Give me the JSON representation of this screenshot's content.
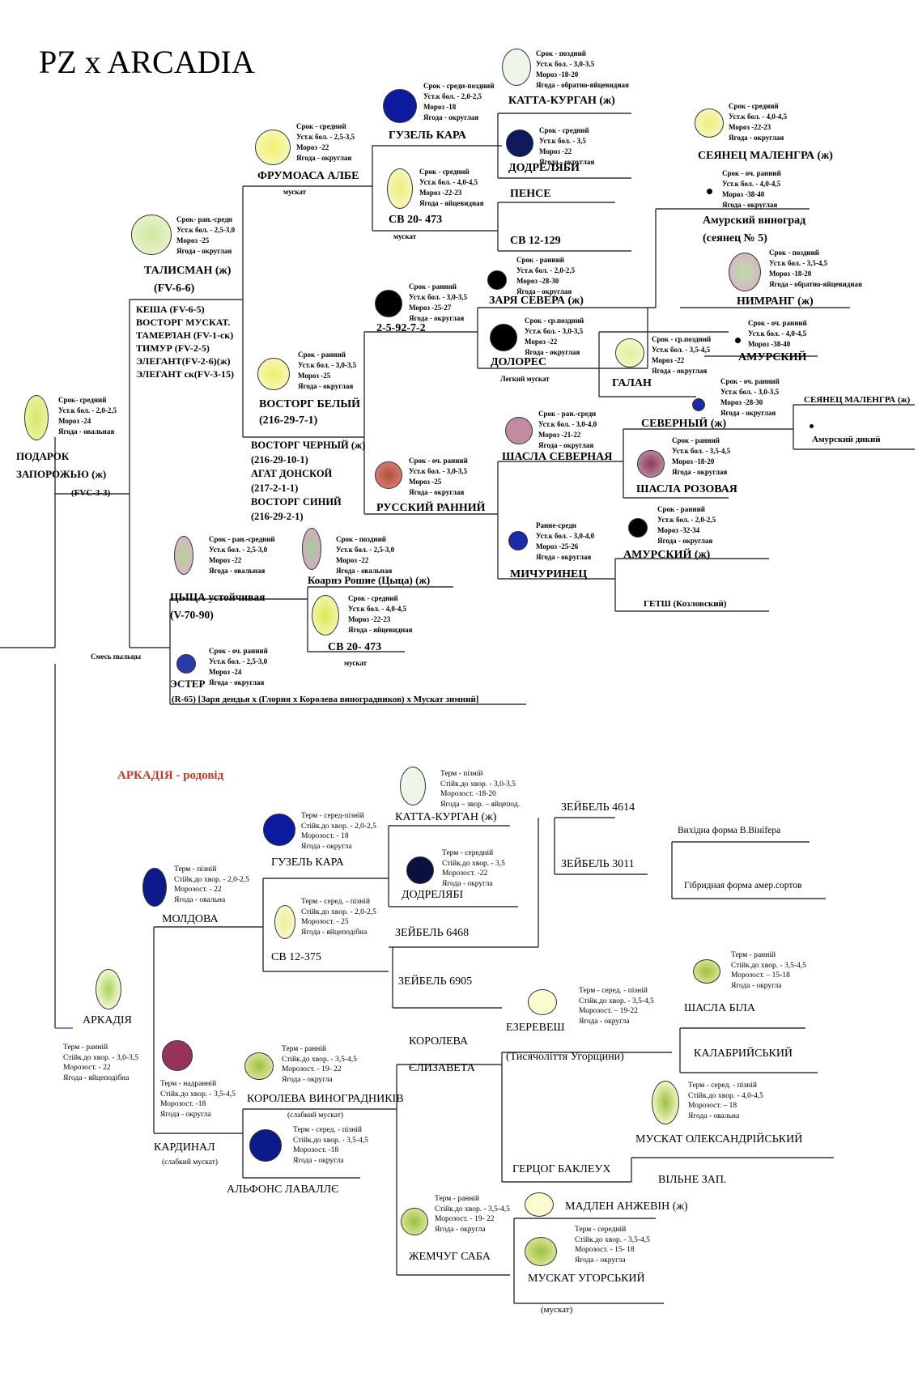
{
  "header": {
    "title": "PZ x ARCADIA"
  },
  "section2": {
    "title": "АРКАДІЯ - родовід"
  },
  "nodes": [
    {
      "id": "podarok",
      "lines": [
        "ПОДАРОК",
        "ЗАПОРОЖЬЮ (ж)"
      ],
      "code": "(FVC-3-3)",
      "color": "#e7ee9a",
      "center": "#d8e86a",
      "stats": [
        "Срок- средний",
        "Уст.к бол. - 2,0-2,5",
        "Мороз -24",
        "Ягода - овальная"
      ]
    },
    {
      "id": "talisman",
      "lines": [
        "ТАЛИСМАН (ж)",
        "(FV-6-6)"
      ],
      "color": "#e9f3c0",
      "center": "#d0e8a0",
      "stats": [
        "Срок- ран.-средн",
        "Уст.к бол. - 2,5-3,0",
        "Мороз -25",
        "Ягода - округлая"
      ]
    },
    {
      "id": "frumoasa",
      "lines": [
        "ФРУМОАСА АЛБЕ"
      ],
      "sub": "мускат",
      "color": "#f3f39a",
      "center": "#f0f070",
      "stats": [
        "Срок - средний",
        "Уст.к бол. - 2,5-3,5",
        "Мороз -22",
        "Ягода - округлая"
      ]
    },
    {
      "id": "guzel",
      "lines": [
        "ГУЗЕЛЬ КАРА"
      ],
      "color": "#0c1a9e",
      "center": "#0a1490",
      "stats": [
        "Срок - средн-поздний",
        "Уст.к бол. - 2,0-2,5",
        "Мороз -18",
        "Ягода - округлая"
      ]
    },
    {
      "id": "katta",
      "lines": [
        "КАТТА-КУРГАН (ж)"
      ],
      "color": "#eef6ea",
      "center": "#e4f0e0",
      "stats": [
        "Срок - поздний",
        "Уст.к бол. - 3,0-3,5",
        "Мороз -18-20",
        "Ягода - обратно-яйцевидная"
      ]
    },
    {
      "id": "doderlyabi",
      "lines": [
        "ДОДРЕЛЯБИ"
      ],
      "color": "#0f1a5c",
      "center": "#0a1040",
      "stats": [
        "Срок - средний",
        "Уст.к бол. - 3,5",
        "Мороз -22",
        "Ягода - округлая"
      ]
    },
    {
      "id": "sv20",
      "lines": [
        "СВ 20- 473"
      ],
      "sub": "мускат",
      "color": "#f5f5a8",
      "center": "#eeee80",
      "stats": [
        "Срок - средний",
        "Уст.к бол. - 4,0-4,5",
        "Мороз -22-23",
        "Ягода - яйцевидная"
      ]
    },
    {
      "id": "pense",
      "lines": [
        "ПЕНСЕ"
      ]
    },
    {
      "id": "sv12129",
      "lines": [
        "СВ 12-129"
      ]
    },
    {
      "id": "seyanec1",
      "lines": [
        "СЕЯНЕЦ МАЛЕНГРА (ж)"
      ],
      "color": "#f4f4a0",
      "center": "#eeee80",
      "stats": [
        "Срок - средний",
        "Уст.к бол. - 4,0-4,5",
        "Мороз -22-23",
        "Ягода - округлая"
      ]
    },
    {
      "id": "amursk1",
      "lines": [
        "Амурский виноград",
        "(сеянец № 5)"
      ],
      "color": "#000000",
      "stats": [
        "Срок - оч. ранний",
        "Уст.к бол. - 4,0-4,5",
        "Мороз -38-40",
        "Ягода - округлая"
      ]
    },
    {
      "id": "nimrang",
      "lines": [
        "НИМРАНГ (ж)"
      ],
      "color": "#d7b7c6",
      "center": "#b8e0a0",
      "stats": [
        "Срок - поздний",
        "Уст.к бол. - 3,5-4,5",
        "Мороз -18-20",
        "Ягода - обратно-яйцевидная"
      ]
    },
    {
      "id": "zarya",
      "lines": [
        "ЗАРЯ СЕВЕРА (ж)"
      ],
      "color": "#000000",
      "stats": [
        "Срок - ранний",
        "Уст.к бол. - 2,0-2,5",
        "Мороз -28-30",
        "Ягода - округлая"
      ]
    },
    {
      "id": "c2592",
      "lines": [
        "2-5-92-7-2"
      ],
      "color": "#000000",
      "stats": [
        "Срок - ранний",
        "Уст.к бол. - 3,0-3,5",
        "Мороз -25-27",
        "Ягода - округлая"
      ]
    },
    {
      "id": "dolores",
      "lines": [
        "ДОЛОРЕС"
      ],
      "sub": "Легкий мускат",
      "color": "#000000",
      "stats": [
        "Срок - ср.поздний",
        "Уст.к бол. - 3,0-3,5",
        "Мороз -22",
        "Ягода - округлая"
      ]
    },
    {
      "id": "amurskiy2",
      "lines": [
        "АМУРСКИЙ"
      ],
      "color": "#000000",
      "stats": [
        "Срок - оч. ранний",
        "Уст.к бол. - 4,0-4,5",
        "Мороз -38-40"
      ]
    },
    {
      "id": "galan",
      "lines": [
        "ГАЛАН"
      ],
      "color": "#f4f4a0",
      "center": "#e0f0a0",
      "stats": [
        "Срок - ср.поздний",
        "Уст.к бол. - 3,5-4,5",
        "Мороз -22",
        "Ягода - округлая"
      ]
    },
    {
      "id": "vostorg",
      "lines": [
        "ВОСТОРГ БЕЛЫЙ",
        "(216-29-7-1)"
      ],
      "color": "#f4f4a0",
      "center": "#eeee70",
      "stats": [
        "Срок - ранний",
        "Уст.к бол. - 3,0-3,5",
        "Мороз -25",
        "Ягода - округлая"
      ]
    },
    {
      "id": "severny",
      "lines": [
        "СЕВЕРНЫЙ (ж)"
      ],
      "color": "#1a2aa8",
      "stats": [
        "Срок - оч. ранний",
        "Уст.к бол. - 3,0-3,5",
        "Мороз -28-30",
        "Ягода - округлая"
      ]
    },
    {
      "id": "seyanec2",
      "lines": [
        "СЕЯНЕЦ МАЛЕНГРА (ж)"
      ]
    },
    {
      "id": "amurdikiy",
      "lines": [
        "Амурский дикий"
      ],
      "color": "#000000"
    },
    {
      "id": "shasla_sev",
      "lines": [
        "ШАСЛА СЕВЕРНАЯ"
      ],
      "color": "#c28ba2",
      "center": "#b07c90",
      "stats": [
        "Срок - ран.-средн",
        "Уст.к бол. - 3,0-4,0",
        "Мороз -21-22",
        "Ягода - округлая"
      ]
    },
    {
      "id": "shasla_roz",
      "lines": [
        "ШАСЛА РОЗОВАЯ"
      ],
      "color": "#c9a3b6",
      "center": "#8e3a5a",
      "stats": [
        "Срок - ранний",
        "Уст.к бол. - 3,5-4,5",
        "Мороз -18-20",
        "Ягода - округлая"
      ]
    },
    {
      "id": "russkiy",
      "lines": [
        "РУССКИЙ РАННИЙ"
      ],
      "color": "#e38a86",
      "center": "#b0503a",
      "stats": [
        "Срок - оч. ранний",
        "Уст.к бол. - 3,0-3,5",
        "Мороз -25",
        "Ягода - округлая"
      ]
    },
    {
      "id": "amurskiyzh",
      "lines": [
        "АМУРСКИЙ (ж)"
      ],
      "color": "#000000",
      "stats": [
        "Срок - ранний",
        "Уст.к бол. - 2,0-2,5",
        "Мороз -32-34",
        "Ягода - округлая"
      ]
    },
    {
      "id": "michurinec",
      "lines": [
        "МИЧУРИНЕЦ"
      ],
      "color": "#1a2aa8",
      "stats": [
        "Ранне-средн",
        "Уст.к бол. - 3,0-4,0",
        "Мороз -25-26",
        "Ягода - округлая"
      ]
    },
    {
      "id": "getsh",
      "lines": [
        "ГЕТШ (Козловский)"
      ]
    },
    {
      "id": "cyca",
      "lines": [
        "ЦЫЦА устойчивая",
        "(V-70-90)"
      ],
      "color": "#d7b7c6",
      "center": "#b6d090",
      "stats": [
        "Срок - ран.-средний",
        "Уст.к бол. - 2,5-3,0",
        "Мороз -22",
        "Ягода - овальная"
      ]
    },
    {
      "id": "koarne",
      "lines": [
        "Коарнэ Рошие (Цыца) (ж)"
      ],
      "color": "#d7a9c6",
      "center": "#a0d090",
      "stats": [
        "Срок - поздний",
        "Уст.к бол. - 2,5-3,0",
        "Мороз -22",
        "Ягода - овальная"
      ]
    },
    {
      "id": "sv20b",
      "lines": [
        "СВ 20- 473"
      ],
      "sub": "мускат",
      "color": "#f5f5a8",
      "center": "#dde850",
      "stats": [
        "Срок - средний",
        "Уст.к бол. - 4,0-4,5",
        "Мороз -22-23",
        "Ягода - яйцевидная"
      ]
    },
    {
      "id": "ester",
      "lines": [
        "ЭСТЕР"
      ],
      "color": "#2a3aa8",
      "stats": [
        "Срок - оч. ранний",
        "Уст.к бол. - 2,5-3,0",
        "Мороз -24",
        "Ягода - округлая"
      ]
    }
  ],
  "texts": {
    "keshaList": [
      "КЕША (FV-6-5)",
      "ВОСТОРГ МУСКАТ.",
      "ТАМЕРЛАН (FV-1-ск)",
      "ТИМУР (FV-2-5)",
      "ЭЛЕГАНТ(FV-2-6)(ж)",
      "ЭЛЕГАНТ ск(FV-3-15)"
    ],
    "vostorgList": [
      "ВОСТОРГ ЧЕРНЫЙ (ж)",
      "(216-29-10-1)",
      "АГАТ ДОНСКОЙ",
      "(217-2-1-1)",
      "ВОСТОРГ СИНИЙ",
      "(216-29-2-1)"
    ],
    "smes": "Смесь пыльцы",
    "esterRow": "(R-65) [Заря дендья х (Глория х Королева виноградников) х Мускат зимний]",
    "sv20bSub": "мускат"
  },
  "ua": [
    {
      "id": "katta2",
      "name": "КАТТА-КУРГАН (ж)",
      "color": "#eef6ea",
      "stats": [
        "Терм - пізній",
        "Стійк.до хвор. - 3,0-3,5",
        "Морозост. -18-20",
        "Ягода – звор. – яйцепод."
      ]
    },
    {
      "id": "guzel2",
      "name": "ГУЗЕЛЬ КАРА",
      "color": "#0c1a9e",
      "stats": [
        "Терм - серед-пізній",
        "Стійк.до хвор. - 2,0-2,5",
        "Морозост. - 18",
        "Ягода - округла"
      ]
    },
    {
      "id": "moldova",
      "name": "МОЛДОВА",
      "color": "#0c1a8a",
      "stats": [
        "Терм - пізній",
        "Стійк.до хвор. - 2,0-2,5",
        "Морозост. - 22",
        "Ягода - овальна"
      ]
    },
    {
      "id": "dodrelyabi2",
      "name": "ДОДРЕЛЯБІ",
      "color": "#0a1040",
      "stats": [
        "Терм - середній",
        "Стійк.до хвор. - 3,5",
        "Морозост. -22",
        "Ягода - округла"
      ]
    },
    {
      "id": "sv12375",
      "name": "СВ 12-375",
      "color": "#f5f5c0",
      "stats": [
        "Терм - серед. - пізній",
        "Стійк.до хвор. - 2,0-2,5",
        "Морозост. - 25",
        "Ягода - яйцеподібна"
      ]
    },
    {
      "id": "arkadia",
      "name": "АРКАДІЯ",
      "color": "#f2f7d0",
      "stats": [
        "Терм - ранній",
        "Стійк.до хвор. - 3,0-3,5",
        "Морозост. - 22",
        "Ягода - яйцеподібна"
      ]
    },
    {
      "id": "kardinal",
      "name": "КАРДИНАЛ",
      "sub": "(слабкий мускат)",
      "color": "#963459",
      "stats": [
        "Терм - надранній",
        "Стійк.до хвор. - 3,5-4,5",
        "Морозост. -18",
        "Ягода - округла"
      ]
    },
    {
      "id": "koroleva",
      "name": "КОРОЛЕВА ВИНОГРАДНИКІВ",
      "sub": "(слабкий мускат)",
      "color": "#f0f2c0",
      "stats": [
        "Терм - ранній",
        "Стійк.до хвор. - 3,5-4,5",
        "Морозост. - 19- 22",
        "Ягода - округла"
      ]
    },
    {
      "id": "alfons",
      "name": "АЛЬФОНС ЛАВАЛЛЄ",
      "color": "#0c1a8a",
      "stats": [
        "Терм - серед. - пізній",
        "Стійк.до хвор. - 3,5-4,5",
        "Морозост. -18",
        "Ягода - округла"
      ]
    },
    {
      "id": "ezerevesh",
      "name": "ЕЗЕРЕВЕШ",
      "sub": "(Тисячоліття Угорщини)",
      "color": "#fbfbd0",
      "stats": [
        "Терм - серед. - пізній",
        "Стійк.до хвор. - 3,5-4,5",
        "Морозост. – 19-22",
        "Ягода - округла"
      ]
    },
    {
      "id": "shasla",
      "name": "ШАСЛА БІЛА",
      "color": "#eef2b0",
      "stats": [
        "Терм - ранній",
        "Стійк.до хвор. - 3,5-4,5",
        "Морозост. – 15-18",
        "Ягода - округла"
      ]
    },
    {
      "id": "muskatO",
      "name": "МУСКАТ ОЛЕКСАНДРІЙСЬКИЙ",
      "color": "#f0f4c0",
      "stats": [
        "Терм - серед. - пізній",
        "Стійк.до хвор. - 4,0-4,5",
        "Морозост. – 18",
        "Ягода - овальна"
      ]
    },
    {
      "id": "zhemchug",
      "name": "ЖЕМЧУГ САБА",
      "color": "#eef2b0",
      "stats": [
        "Терм - ранній",
        "Стійк.до хвор. - 3,5-4,5",
        "Морозост. - 19- 22",
        "Ягода - округла"
      ]
    },
    {
      "id": "madlen",
      "name": "МАДЛЕН АНЖЕВІН (ж)",
      "color": "#fbfbd0"
    },
    {
      "id": "muskatU",
      "name": "МУСКАТ УГОРСЬКИЙ",
      "sub": "(мускат)",
      "color": "#eef2b0",
      "stats": [
        "Терм - середній",
        "Стійк.до хвор. - 3,5-4,5",
        "Морозост. - 15- 18",
        "Ягода - округла"
      ]
    }
  ],
  "uaText": {
    "zeybel4614": "ЗЕЙБЕЛЬ 4614",
    "zeybel3011": "ЗЕЙБЕЛЬ 3011",
    "zeybel6468": "ЗЕЙБЕЛЬ 6468",
    "zeybel6905": "ЗЕЙБЕЛЬ 6905",
    "vihidna": "Вихідна форма В.Вінífера",
    "gibrid": "Гібридная форма амер.сортов",
    "korolevaE1": "КОРОЛЕВА",
    "korolevaE2": "ЄЛИЗАВЕТА",
    "kalabr": "КАЛАБРИЙСЬКИЙ",
    "gercog": "ГЕРЦОГ БАКЛЕУХ",
    "vilne": "ВІЛЬНЕ ЗАП."
  }
}
